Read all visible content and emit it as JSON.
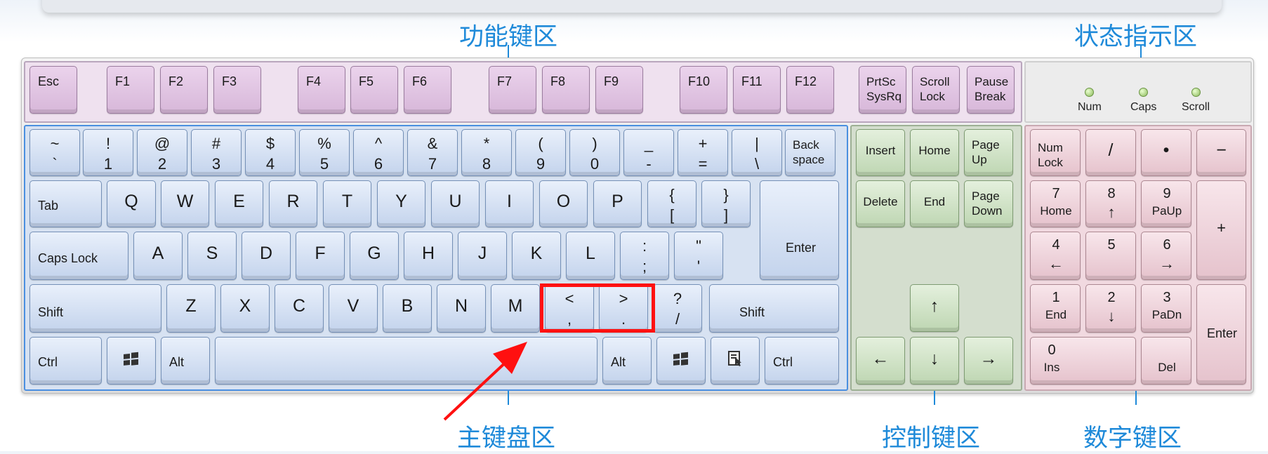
{
  "labels": {
    "function": "功能键区",
    "status": "状态指示区",
    "main": "主键盘区",
    "control": "控制键区",
    "numpad": "数字键区"
  },
  "function_keys": [
    {
      "label": "Esc"
    },
    {
      "label": "F1"
    },
    {
      "label": "F2"
    },
    {
      "label": "F3"
    },
    {
      "label": "F4"
    },
    {
      "label": "F5"
    },
    {
      "label": "F6"
    },
    {
      "label": "F7"
    },
    {
      "label": "F8"
    },
    {
      "label": "F9"
    },
    {
      "label": "F10"
    },
    {
      "label": "F11"
    },
    {
      "label": "F12"
    },
    {
      "label": "PrtSc\nSysRq"
    },
    {
      "label": "Scroll\nLock"
    },
    {
      "label": "Pause\nBreak"
    }
  ],
  "status_indicators": [
    {
      "label": "Num"
    },
    {
      "label": "Caps"
    },
    {
      "label": "Scroll"
    }
  ],
  "main_keys": {
    "row1": [
      {
        "top": "~",
        "bottom": "`"
      },
      {
        "top": "!",
        "bottom": "1"
      },
      {
        "top": "@",
        "bottom": "2"
      },
      {
        "top": "#",
        "bottom": "3"
      },
      {
        "top": "$",
        "bottom": "4"
      },
      {
        "top": "%",
        "bottom": "5"
      },
      {
        "top": "^",
        "bottom": "6"
      },
      {
        "top": "&",
        "bottom": "7"
      },
      {
        "top": "*",
        "bottom": "8"
      },
      {
        "top": "(",
        "bottom": "9"
      },
      {
        "top": ")",
        "bottom": "0"
      },
      {
        "top": "_",
        "bottom": "-"
      },
      {
        "top": "+",
        "bottom": "="
      },
      {
        "top": "|",
        "bottom": "\\"
      },
      {
        "label": "Back\nspace"
      }
    ],
    "row2": [
      {
        "label": "Tab"
      },
      {
        "label": "Q"
      },
      {
        "label": "W"
      },
      {
        "label": "E"
      },
      {
        "label": "R"
      },
      {
        "label": "T"
      },
      {
        "label": "Y"
      },
      {
        "label": "U"
      },
      {
        "label": "I"
      },
      {
        "label": "O"
      },
      {
        "label": "P"
      },
      {
        "top": "{",
        "bottom": "["
      },
      {
        "top": "}",
        "bottom": "]"
      },
      {
        "label": "Enter"
      }
    ],
    "row3": [
      {
        "label": "Caps Lock"
      },
      {
        "label": "A"
      },
      {
        "label": "S"
      },
      {
        "label": "D"
      },
      {
        "label": "F"
      },
      {
        "label": "G"
      },
      {
        "label": "H"
      },
      {
        "label": "J"
      },
      {
        "label": "K"
      },
      {
        "label": "L"
      },
      {
        "top": ":",
        "bottom": ";"
      },
      {
        "top": "\"",
        "bottom": "'"
      }
    ],
    "row4": [
      {
        "label": "Shift"
      },
      {
        "label": "Z"
      },
      {
        "label": "X"
      },
      {
        "label": "C"
      },
      {
        "label": "V"
      },
      {
        "label": "B"
      },
      {
        "label": "N"
      },
      {
        "label": "M"
      },
      {
        "top": "<",
        "bottom": ","
      },
      {
        "top": ">",
        "bottom": "."
      },
      {
        "top": "?",
        "bottom": "/"
      },
      {
        "label": "Shift"
      }
    ],
    "row5": [
      {
        "label": "Ctrl"
      },
      {
        "icon": "windows-logo"
      },
      {
        "label": "Alt"
      },
      {
        "label": ""
      },
      {
        "label": "Alt"
      },
      {
        "icon": "windows-logo"
      },
      {
        "icon": "menu"
      },
      {
        "label": "Ctrl"
      }
    ]
  },
  "control_keys": [
    {
      "label": "Insert"
    },
    {
      "label": "Home"
    },
    {
      "label": "Page\nUp"
    },
    {
      "label": "Delete"
    },
    {
      "label": "End"
    },
    {
      "label": "Page\nDown"
    },
    {
      "label": "↑"
    },
    {
      "label": "←"
    },
    {
      "label": "↓"
    },
    {
      "label": "→"
    }
  ],
  "numpad_keys": [
    {
      "label": "Num\nLock"
    },
    {
      "label": "/"
    },
    {
      "label": "•"
    },
    {
      "label": "−"
    },
    {
      "top": "7",
      "bottom": "Home"
    },
    {
      "top": "8",
      "bottom": "↑"
    },
    {
      "top": "9",
      "bottom": "PaUp"
    },
    {
      "label": "+"
    },
    {
      "top": "4",
      "bottom": "←"
    },
    {
      "top": "5",
      "bottom": ""
    },
    {
      "top": "6",
      "bottom": "→"
    },
    {
      "top": "1",
      "bottom": "End"
    },
    {
      "top": "2",
      "bottom": "↓"
    },
    {
      "top": "3",
      "bottom": "PaDn"
    },
    {
      "label": "Enter"
    },
    {
      "top": "0",
      "bottom": "Ins"
    },
    {
      "bottom": "Del"
    }
  ],
  "colors": {
    "label_blue": "#1f8ad9",
    "highlight_red": "#ff1010",
    "function_zone": "#efe1ef",
    "main_zone": "#d7e2f2",
    "control_zone": "#d4dece",
    "numpad_zone": "#f1d9e0"
  },
  "highlighted_keys": [
    "<,",
    ">."
  ]
}
